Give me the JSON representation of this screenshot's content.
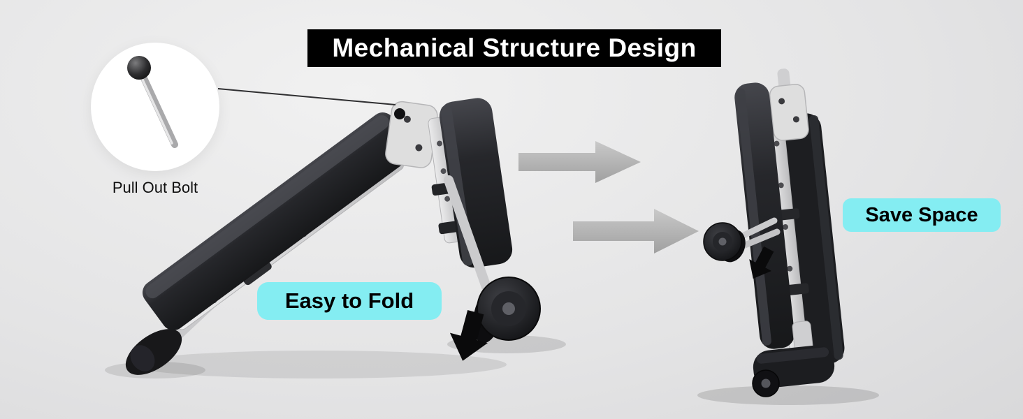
{
  "title": {
    "text": "Mechanical Structure Design",
    "bg_color": "#000000",
    "text_color": "#ffffff"
  },
  "callout": {
    "label": "Pull Out Bolt",
    "icon": "pull-out-bolt-icon",
    "circle_color": "#ffffff",
    "line_color": "#2f2f31"
  },
  "badges": {
    "bg_color": "#84edf2",
    "text_color": "#000000",
    "easy_to_fold": {
      "text": "Easy to Fold"
    },
    "save_space": {
      "text": "Save Space"
    }
  },
  "figures": {
    "left_bench": {
      "name": "adjustable-bench-half-folded",
      "pad_color": "#26272b",
      "frame_color": "#d8d8d9"
    },
    "right_bench": {
      "name": "adjustable-bench-folded-upright",
      "pad_color": "#1d1e21",
      "frame_color": "#d8d8d9"
    },
    "transition_arrows": {
      "icon": "arrow-right-icon",
      "count": 2,
      "color": "#b4b4b4",
      "direction": "right"
    },
    "fold_arrows": {
      "icon": "fold-down-arrow-icon",
      "color": "#0a0a0b",
      "direction": "down"
    }
  },
  "background": {
    "base": "#e4e4e5",
    "vignette": "#cfcfd1"
  }
}
